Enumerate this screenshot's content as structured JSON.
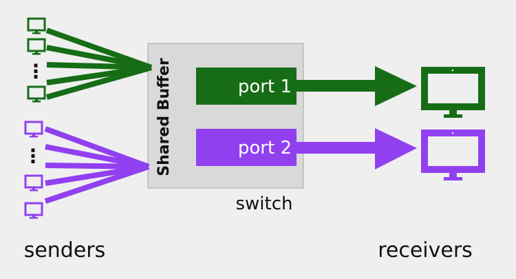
{
  "labels": {
    "shared_buffer": "Shared Buffer",
    "switch": "switch",
    "senders": "senders",
    "receivers": "receivers",
    "port1": "port 1",
    "port2": "port 2",
    "ellipsis": "⋮"
  },
  "colors": {
    "background": "#efefef",
    "green": "#166d16",
    "purple": "#9140f0",
    "switch_fill": "#d9d9d9",
    "switch_border": "#a6a6a6"
  },
  "icons": {
    "sender": "monitor-icon",
    "receiver": "monitor-icon"
  }
}
